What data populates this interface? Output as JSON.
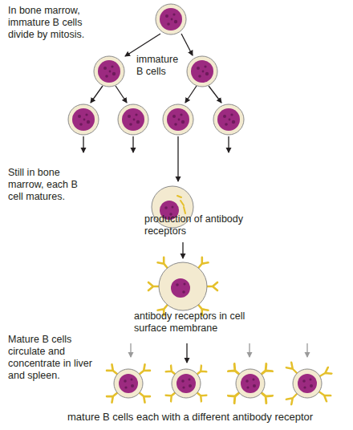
{
  "diagram": {
    "labels": [
      "In bone marrow, immature B cells divide by mitosis.",
      "immature B cells",
      "Still in bone marrow, each B cell matures.",
      "production of antibody receptors",
      "antibody receptors in cell surface membrane",
      "Mature B cells circulate and concentrate in liver and spleen.",
      "mature B cells each with a different antibody receptor"
    ]
  }
}
